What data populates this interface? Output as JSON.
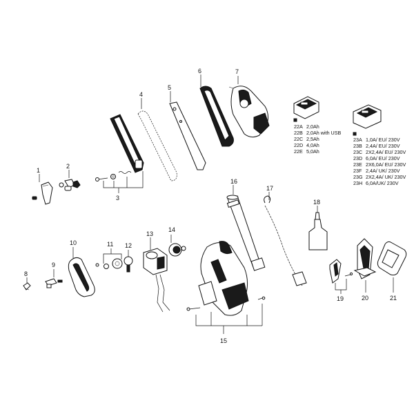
{
  "callouts": {
    "c1": "1",
    "c2": "2",
    "c3": "3",
    "c4": "4",
    "c5": "5",
    "c6": "6",
    "c7": "7",
    "c8": "8",
    "c9": "9",
    "c10": "10",
    "c11": "11",
    "c12": "12",
    "c13": "13",
    "c14": "14",
    "c15": "15",
    "c16": "16",
    "c17": "17",
    "c18": "18",
    "c19": "19",
    "c20": "20",
    "c21": "21"
  },
  "battery_variants": [
    {
      "code": "22A",
      "spec": "2,0Ah"
    },
    {
      "code": "22B",
      "spec": "2,0Ah with USB"
    },
    {
      "code": "22C",
      "spec": "2,5Ah"
    },
    {
      "code": "22D",
      "spec": "4,0Ah"
    },
    {
      "code": "22E",
      "spec": "5,0Ah"
    }
  ],
  "charger_variants": [
    {
      "code": "23A",
      "spec": "1,0A/ EU/ 230V"
    },
    {
      "code": "23B",
      "spec": "2,4A/ EU/ 230V"
    },
    {
      "code": "23C",
      "spec": "2X2,4A/ EU/ 230V"
    },
    {
      "code": "23D",
      "spec": "6,0A/ EU/ 230V"
    },
    {
      "code": "23E",
      "spec": "2X6,0A/ EU/ 230V"
    },
    {
      "code": "23F",
      "spec": "2,4A/ UK/ 230V"
    },
    {
      "code": "23G",
      "spec": "2X2,4A/ UK/ 230V"
    },
    {
      "code": "23H",
      "spec": "6,0A/UK/ 230V"
    }
  ]
}
